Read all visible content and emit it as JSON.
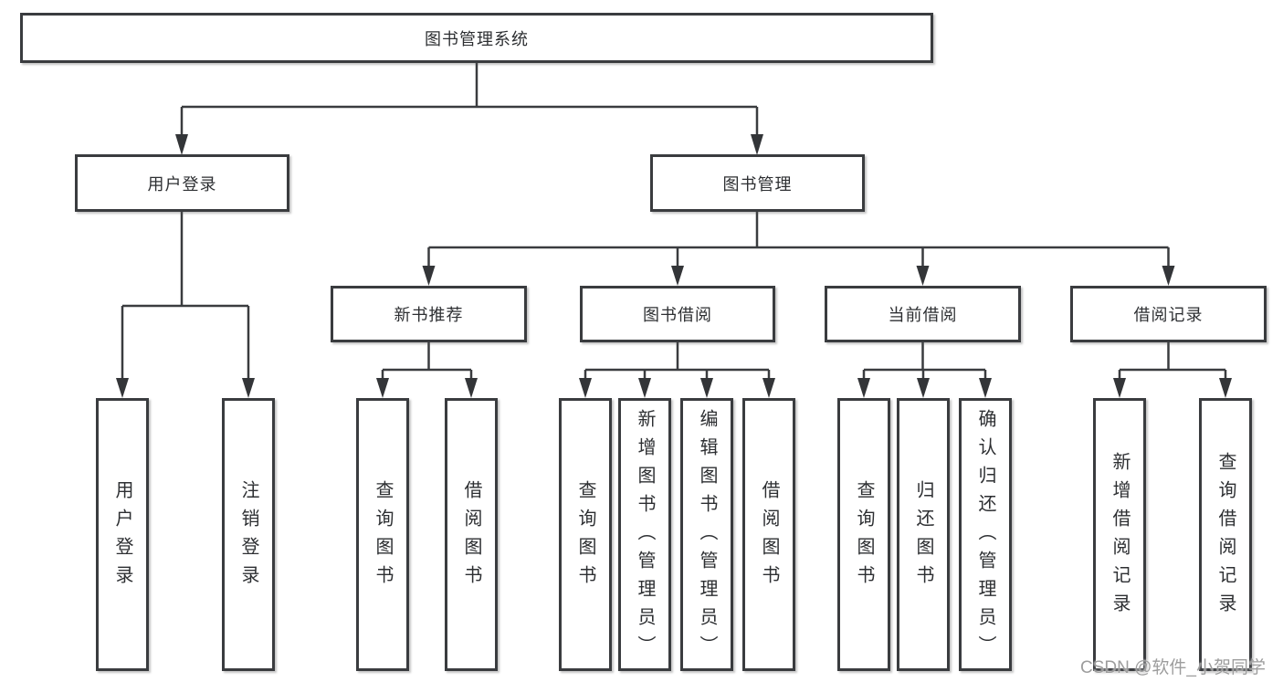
{
  "diagram": {
    "root": {
      "label": "图书管理系统"
    },
    "modules": {
      "user_login": {
        "label": "用户登录",
        "children": {
          "login": {
            "label": "用户登录"
          },
          "logout": {
            "label": "注销登录"
          }
        }
      },
      "book_management": {
        "label": "图书管理",
        "sections": {
          "new_book_recommend": {
            "label": "新书推荐",
            "children": {
              "query_book": {
                "label": "查询图书"
              },
              "borrow_book": {
                "label": "借阅图书"
              }
            }
          },
          "book_borrow": {
            "label": "图书借阅",
            "children": {
              "query_book": {
                "label": "查询图书"
              },
              "add_book_admin": {
                "label": "新增图书（管理员）"
              },
              "edit_book_admin": {
                "label": "编辑图书（管理员）"
              },
              "borrow_book": {
                "label": "借阅图书"
              }
            }
          },
          "current_borrow": {
            "label": "当前借阅",
            "children": {
              "query_book": {
                "label": "查询图书"
              },
              "return_book": {
                "label": "归还图书"
              },
              "confirm_return_admin": {
                "label": "确认归还（管理员）"
              }
            }
          },
          "borrow_records": {
            "label": "借阅记录",
            "children": {
              "add_record": {
                "label": "新增借阅记录"
              },
              "query_record": {
                "label": "查询借阅记录"
              }
            }
          }
        }
      }
    },
    "colors": {
      "line": "#3a3c3f",
      "box_border": "#3a3c3f",
      "text": "#2d2f32",
      "background": "#ffffff",
      "watermark": "#9d9d9d"
    }
  },
  "watermark": {
    "text": "CSDN @软件_小贺同学"
  }
}
